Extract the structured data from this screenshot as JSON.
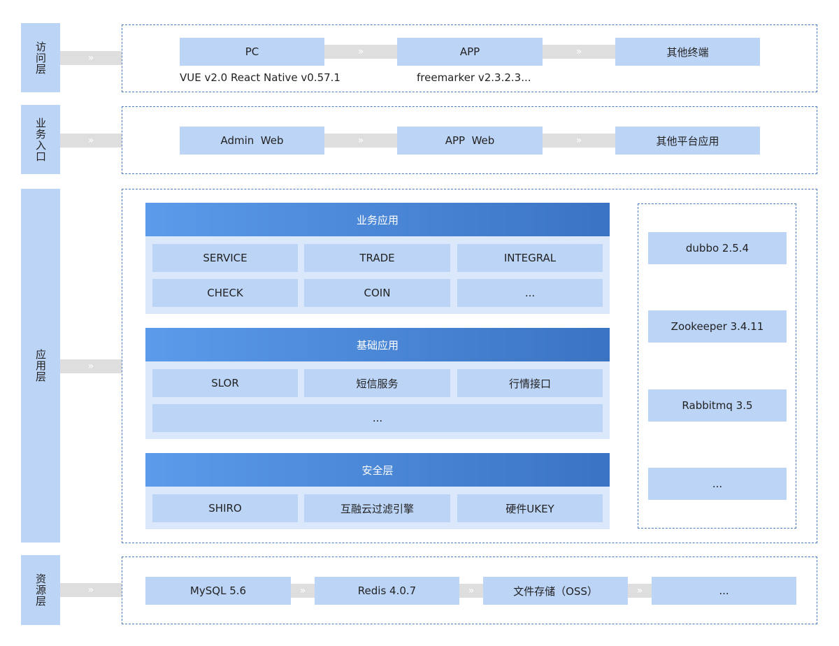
{
  "layers": {
    "access": "访问层",
    "business_entry": "业务入口",
    "application": "应用层",
    "resource": "资源层"
  },
  "connector_glyph": "»",
  "access": {
    "nodes": [
      "PC",
      "APP",
      "其他终端"
    ],
    "caption_left": "VUE v2.0 React Native v0.57.1",
    "caption_right": "freemarker v2.3.2.3..."
  },
  "business_entry": {
    "nodes": [
      "Admin  Web",
      "APP  Web",
      "其他平台应用"
    ]
  },
  "application": {
    "business_apps": {
      "title": "业务应用",
      "items": [
        "SERVICE",
        "TRADE",
        "INTEGRAL",
        "CHECK",
        "COIN",
        "..."
      ]
    },
    "base_apps": {
      "title": "基础应用",
      "items": [
        "SLOR",
        "短信服务",
        "行情接口",
        "..."
      ]
    },
    "security": {
      "title": "安全层",
      "items": [
        "SHIRO",
        "互融云过滤引擎",
        "硬件UKEY"
      ]
    },
    "middleware": [
      "dubbo 2.5.4",
      "Zookeeper 3.4.11",
      "Rabbitmq 3.5",
      "..."
    ]
  },
  "resource": {
    "nodes": [
      "MySQL 5.6",
      "Redis 4.0.7",
      "文件存储（OSS）",
      "..."
    ]
  },
  "colors": {
    "node_fill": "#bcd4f6",
    "panel_fill": "#dbe7fb",
    "header_gradient_start": "#5b9bea",
    "header_gradient_end": "#3a73c2",
    "dash_border": "#4a7bc0",
    "connector": "#dedede"
  }
}
